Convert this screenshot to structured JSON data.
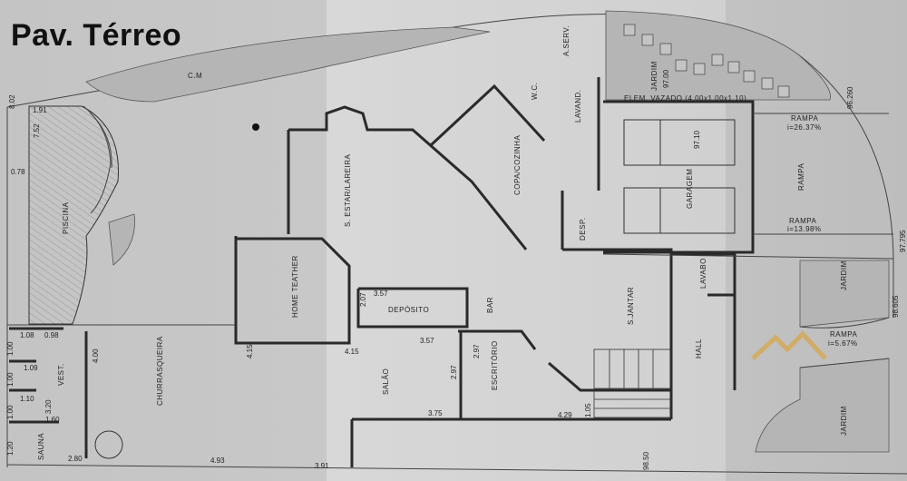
{
  "title": "Pav. Térreo",
  "rooms": {
    "cm": "C.M",
    "piscina": "PISCINA",
    "estar": "S. ESTAR/LAREIRA",
    "copa": "COPA/COZINHA",
    "wc": "W.C.",
    "aserv": "A.SERV.",
    "lavand": "LAVAND.",
    "jardim_top": "JARDIM",
    "jardim_top_level": "97.00",
    "elem_vazado": "ELEM. VAZADO (4.00x1.00x1.10)",
    "garagem": "GARAGEM",
    "garagem_level": "97.10",
    "desp": "DESP.",
    "rampa1": "RAMPA",
    "rampa1_slope": "i=26.37%",
    "rampa_mid": "RAMPA",
    "rampa2": "RAMPA",
    "rampa2_slope": "i=13.98%",
    "home": "HOME TEATHER",
    "deposito": "DEPÓSITO",
    "bar": "BAR",
    "sjantar": "S.JANTAR",
    "lavabo": "LAVABO",
    "hall": "HALL",
    "jardim_right1": "JARDIM",
    "jardim_right2": "JARDIM",
    "rampa3": "RAMPA",
    "rampa3_slope": "i=5.67%",
    "salao": "SALÃO",
    "escritorio": "ESCRITÓRIO",
    "churrasqueira": "CHURRASQUEIRA",
    "vest": "VEST.",
    "sauna": "SAUNA"
  },
  "levels": [
    "96.260",
    "97.795",
    "98.605",
    "98.50"
  ],
  "dimensions": [
    "8.02",
    "1.91",
    "7.52",
    "0.78",
    "1.08",
    "0.98",
    "1.00",
    "1.09",
    "1.00",
    "1.10",
    "3.20",
    "1.00",
    "1.60",
    "1.20",
    "2.80",
    "4.00",
    "4.93",
    "3.91",
    "4.15",
    "4.15",
    "2.07",
    "3.57",
    "3.57",
    "3.75",
    "2.97",
    "2.97",
    "4.29",
    "1.05"
  ],
  "colors": {
    "paper": "#c9c9c9",
    "ink": "#2a2a2a",
    "watermark": "#d9a441"
  }
}
